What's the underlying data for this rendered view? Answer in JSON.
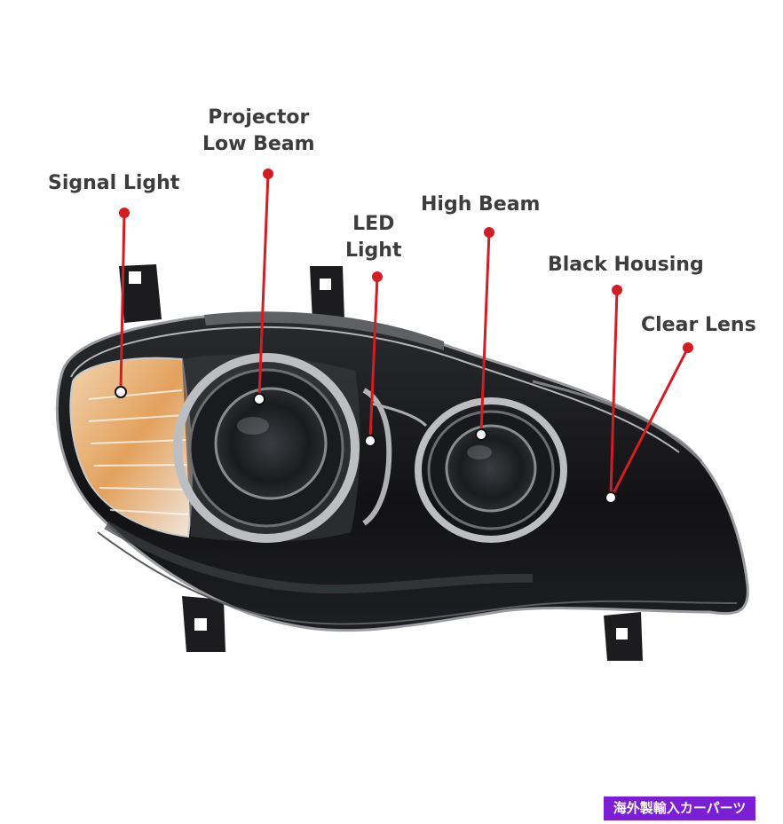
{
  "colors": {
    "callout": "#d41c23",
    "label_text": "#3d3d3d",
    "housing": "#141414",
    "badge_bg": "#7a1fd6",
    "badge_text": "#ffffff",
    "amber": "#e3a15c"
  },
  "callouts": [
    {
      "id": "signal-light",
      "label": [
        "Signal Light"
      ]
    },
    {
      "id": "projector-low-beam",
      "label": [
        "Projector",
        "Low Beam"
      ]
    },
    {
      "id": "led-light",
      "label": [
        "LED",
        "Light"
      ]
    },
    {
      "id": "high-beam",
      "label": [
        "High Beam"
      ]
    },
    {
      "id": "black-housing",
      "label": [
        "Black Housing"
      ]
    },
    {
      "id": "clear-lens",
      "label": [
        "Clear Lens"
      ]
    }
  ],
  "badge": {
    "text": "海外製輸入カーパーツ"
  }
}
